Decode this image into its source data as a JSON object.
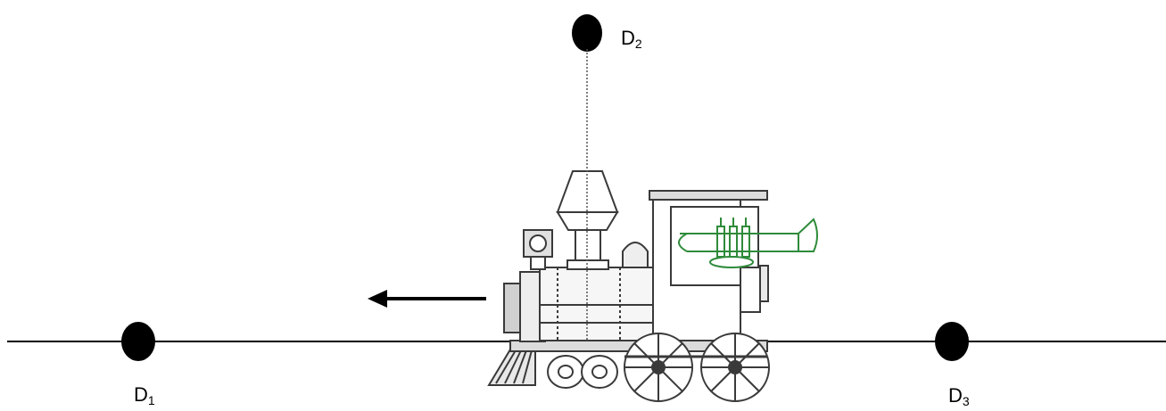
{
  "labels": {
    "d1": {
      "main": "D",
      "sub": "1"
    },
    "d2": {
      "main": "D",
      "sub": "2"
    },
    "d3": {
      "main": "D",
      "sub": "3"
    }
  },
  "colors": {
    "ink": "#000000",
    "train": "#3a3a3a",
    "trumpet": "#2e8b3a",
    "background": "#ffffff"
  },
  "icons": {
    "train": "steam-locomotive-icon",
    "trumpet": "trumpet-icon",
    "arrow": "arrow-left-icon"
  }
}
